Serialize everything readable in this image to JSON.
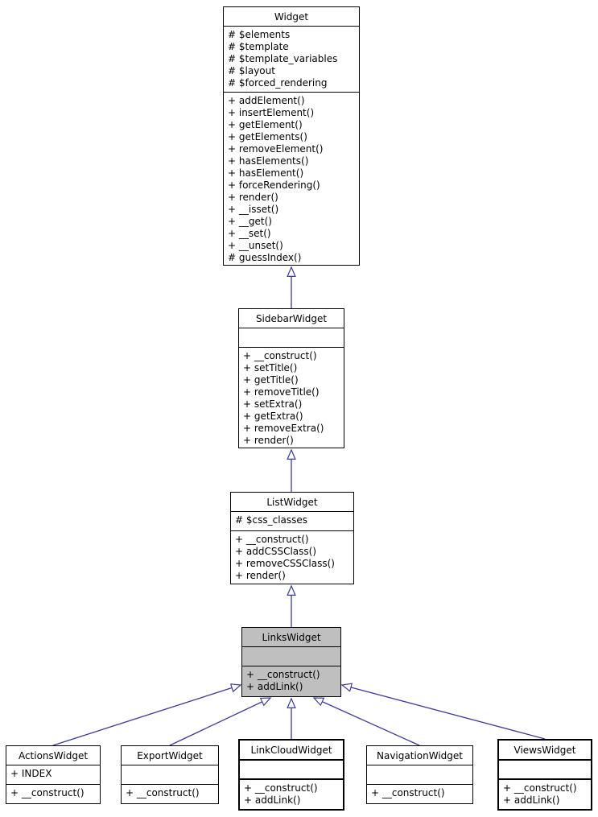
{
  "diagram_type": "uml-class-inheritance",
  "classes": [
    {
      "name": "Widget",
      "attributes": [
        "# $elements",
        "# $template",
        "# $template_variables",
        "# $layout",
        "# $forced_rendering"
      ],
      "methods": [
        "+ addElement()",
        "+ insertElement()",
        "+ getElement()",
        "+ getElements()",
        "+ removeElement()",
        "+ hasElements()",
        "+ hasElement()",
        "+ forceRendering()",
        "+ render()",
        "+ __isset()",
        "+ __get()",
        "+ __set()",
        "+ __unset()",
        "# guessIndex()"
      ]
    },
    {
      "name": "SidebarWidget",
      "attributes": [],
      "methods": [
        "+ __construct()",
        "+ setTitle()",
        "+ getTitle()",
        "+ removeTitle()",
        "+ setExtra()",
        "+ getExtra()",
        "+ removeExtra()",
        "+ render()"
      ]
    },
    {
      "name": "ListWidget",
      "attributes": [
        "# $css_classes"
      ],
      "methods": [
        "+ __construct()",
        "+ addCSSClass()",
        "+ removeCSSClass()",
        "+ render()"
      ]
    },
    {
      "name": "LinksWidget",
      "attributes": [],
      "methods": [
        "+ __construct()",
        "+ addLink()"
      ],
      "highlighted": true
    },
    {
      "name": "ActionsWidget",
      "attributes": [
        "+ INDEX"
      ],
      "methods": [
        "+ __construct()"
      ]
    },
    {
      "name": "ExportWidget",
      "attributes": [],
      "methods": [
        "+ __construct()"
      ]
    },
    {
      "name": "LinkCloudWidget",
      "attributes": [],
      "methods": [
        "+ __construct()",
        "+ addLink()"
      ]
    },
    {
      "name": "NavigationWidget",
      "attributes": [],
      "methods": [
        "+ __construct()"
      ]
    },
    {
      "name": "ViewsWidget",
      "attributes": [],
      "methods": [
        "+ __construct()",
        "+ addLink()"
      ]
    }
  ],
  "relationships": [
    {
      "from": "SidebarWidget",
      "to": "Widget",
      "type": "public-inheritance"
    },
    {
      "from": "ListWidget",
      "to": "SidebarWidget",
      "type": "public-inheritance"
    },
    {
      "from": "LinksWidget",
      "to": "ListWidget",
      "type": "public-inheritance"
    },
    {
      "from": "ActionsWidget",
      "to": "LinksWidget",
      "type": "public-inheritance"
    },
    {
      "from": "ExportWidget",
      "to": "LinksWidget",
      "type": "public-inheritance"
    },
    {
      "from": "LinkCloudWidget",
      "to": "LinksWidget",
      "type": "public-inheritance"
    },
    {
      "from": "NavigationWidget",
      "to": "LinksWidget",
      "type": "public-inheritance"
    },
    {
      "from": "ViewsWidget",
      "to": "LinksWidget",
      "type": "public-inheritance"
    }
  ],
  "colors": {
    "edge": "#3a3a98",
    "highlight_fill": "#bfbfbf",
    "box_border": "#000000",
    "background": "#ffffff",
    "text": "#000000"
  }
}
